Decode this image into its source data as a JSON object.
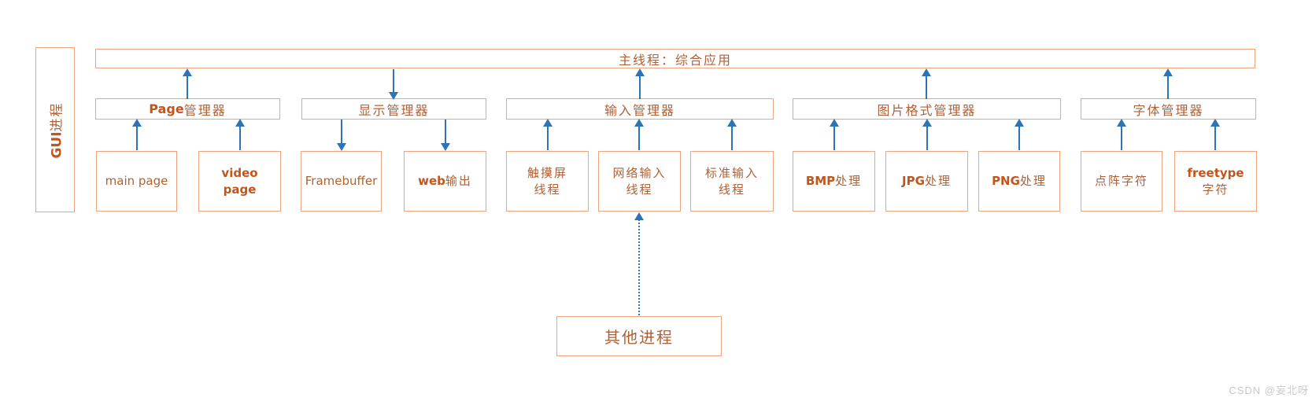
{
  "gui_process": {
    "label_en": "GUI",
    "label_cn": "进程"
  },
  "main_thread": {
    "label": "主线程：综合应用"
  },
  "managers": [
    {
      "label_en": "Page",
      "label_cn": "管理器"
    },
    {
      "label_cn": "显示管理器"
    },
    {
      "label_cn": "输入管理器"
    },
    {
      "label_cn": "图片格式管理器"
    },
    {
      "label_cn": "字体管理器"
    }
  ],
  "children": [
    {
      "line1_en": "main page"
    },
    {
      "line1_en": "video",
      "line2_en": "page"
    },
    {
      "line1_en": "Framebuffer"
    },
    {
      "line1_en": "web",
      "line1_cn": "输出"
    },
    {
      "line1_cn": "触摸屏",
      "line2_cn": "线程"
    },
    {
      "line1_cn": "网络输入",
      "line2_cn": "线程"
    },
    {
      "line1_cn": "标准输入",
      "line2_cn": "线程"
    },
    {
      "line1_en": "BMP",
      "line1_cn": "处理"
    },
    {
      "line1_en": "JPG",
      "line1_cn": "处理"
    },
    {
      "line1_en": "PNG",
      "line1_cn": "处理"
    },
    {
      "line1_cn": "点阵字符"
    },
    {
      "line1_en": "freetype",
      "line2_cn": "字符"
    }
  ],
  "other_process": {
    "label_cn": "其他进程"
  },
  "watermark": "CSDN @妄北呀",
  "colors": {
    "box_border": "#eda57f",
    "chinese_text": "#b06036",
    "latin_text": "#c2551b",
    "arrow_blue": "#2e74b5",
    "watermark_gray": "#c9c9c9"
  }
}
